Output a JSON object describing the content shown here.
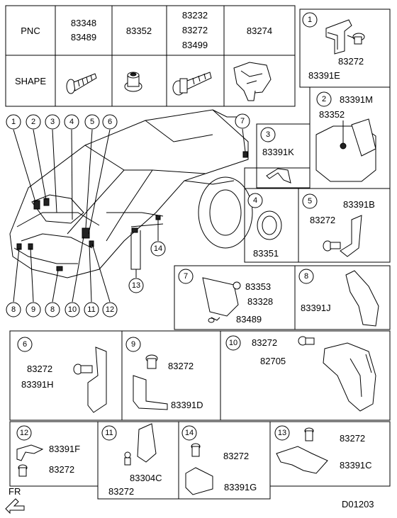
{
  "table": {
    "row_labels": [
      "PNC",
      "SHAPE"
    ],
    "columns": [
      {
        "pnc": [
          "83348",
          "83489"
        ],
        "shape_icon": "screw-icon"
      },
      {
        "pnc": [
          "83352"
        ],
        "shape_icon": "nut-icon"
      },
      {
        "pnc": [
          "83232",
          "83272",
          "83499"
        ],
        "shape_icon": "bolt-icon"
      },
      {
        "pnc": [
          "83274"
        ],
        "shape_icon": "clip-icon"
      }
    ]
  },
  "vehicle_callouts": [
    "1",
    "2",
    "3",
    "4",
    "5",
    "6",
    "7",
    "8",
    "9",
    "10",
    "11",
    "12",
    "13",
    "14"
  ],
  "panels": {
    "p1": {
      "num": "1",
      "labels": [
        "83272",
        "83391E"
      ]
    },
    "p2": {
      "num": "2",
      "labels": [
        "83391M",
        "83352"
      ]
    },
    "p3": {
      "num": "3",
      "labels": [
        "83391K"
      ]
    },
    "p4": {
      "num": "4",
      "labels": [
        "83351"
      ]
    },
    "p5": {
      "num": "5",
      "labels": [
        "83391B",
        "83272"
      ]
    },
    "p7": {
      "num": "7",
      "labels": [
        "83353",
        "83328",
        "83489"
      ]
    },
    "p8": {
      "num": "8",
      "labels": [
        "83391J"
      ]
    },
    "p6": {
      "num": "6",
      "labels": [
        "83272",
        "83391H"
      ]
    },
    "p9": {
      "num": "9",
      "labels": [
        "83272",
        "83391D"
      ]
    },
    "p10": {
      "num": "10",
      "labels": [
        "83272",
        "82705"
      ]
    },
    "p12": {
      "num": "12",
      "labels": [
        "83391F",
        "83272"
      ]
    },
    "p11": {
      "num": "11",
      "labels": [
        "83304C",
        "83272"
      ]
    },
    "p14": {
      "num": "14",
      "labels": [
        "83272",
        "83391G"
      ]
    },
    "p13": {
      "num": "13",
      "labels": [
        "83272",
        "83391C"
      ]
    }
  },
  "direction_label": "FR",
  "diagram_code": "D01203"
}
